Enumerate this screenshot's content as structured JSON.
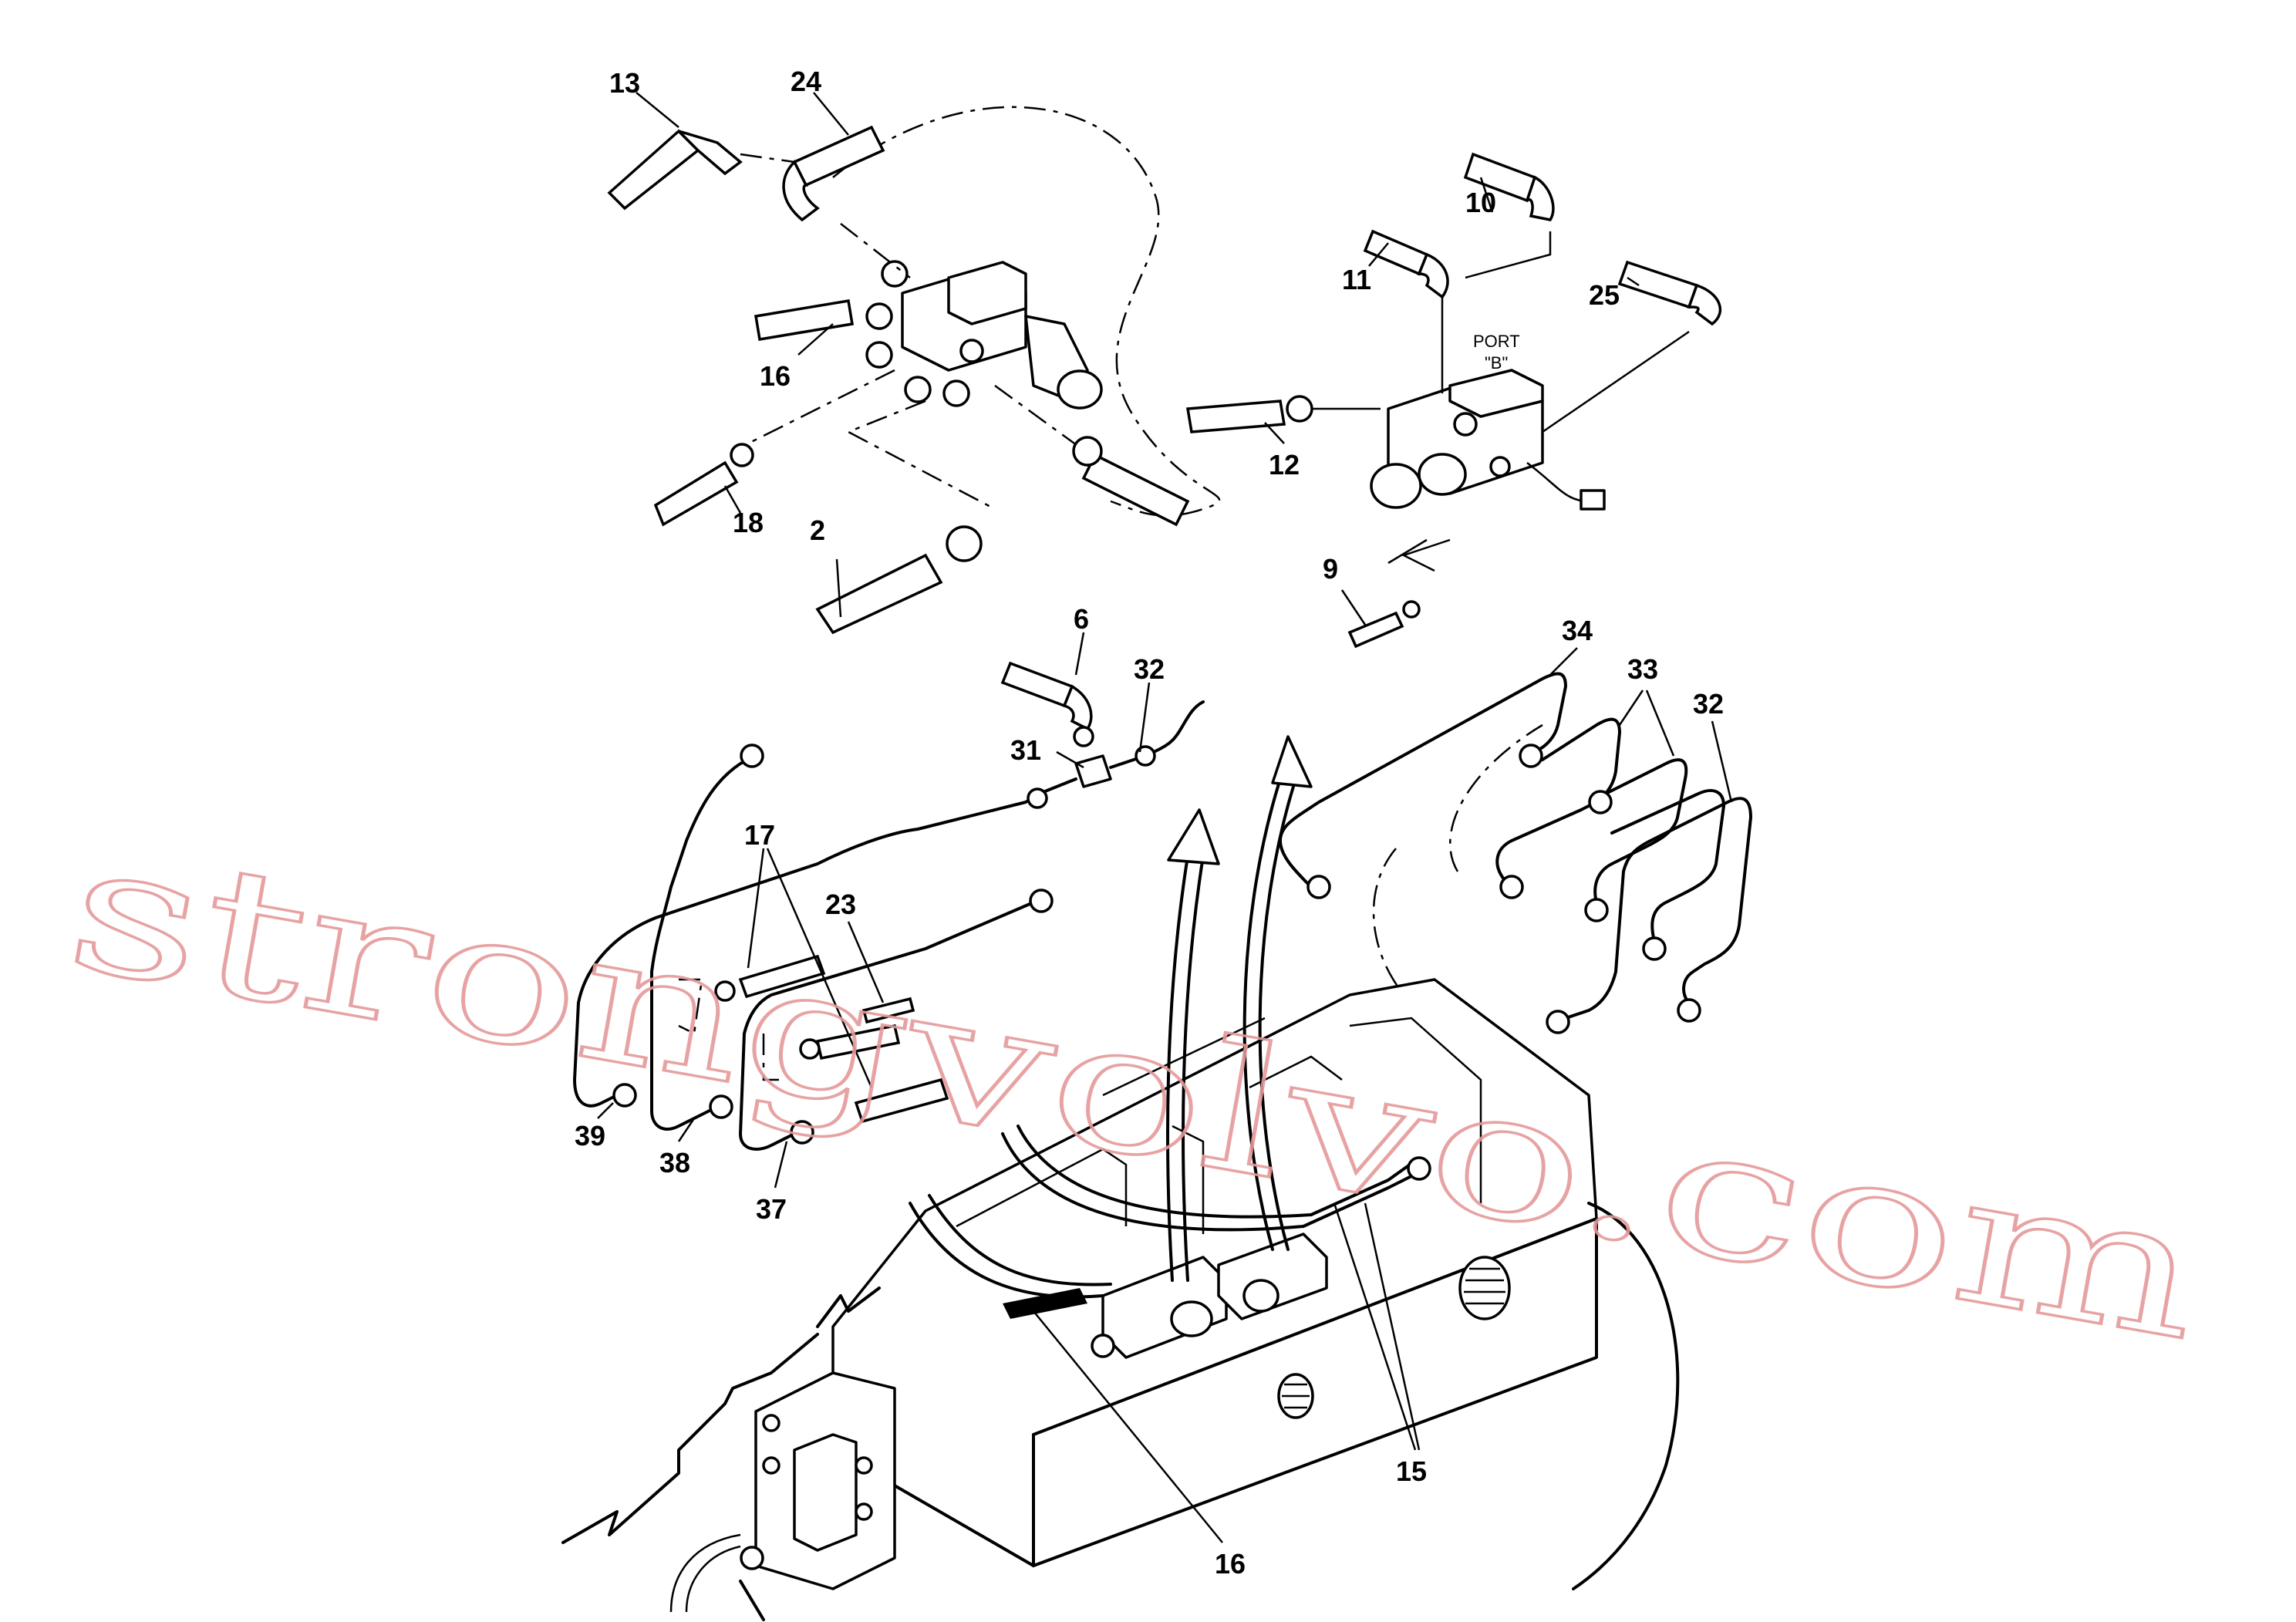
{
  "callouts": {
    "c13": "13",
    "c24": "24",
    "c10": "10",
    "c11": "11",
    "c25": "25",
    "c16a": "16",
    "c12": "12",
    "c18": "18",
    "c2": "2",
    "c9": "9",
    "c6": "6",
    "c32a": "32",
    "c34": "34",
    "c33": "33",
    "c32b": "32",
    "c31": "31",
    "c17": "17",
    "c23": "23",
    "c39": "39",
    "c38": "38",
    "c37": "37",
    "c15": "15",
    "c16b": "16"
  },
  "port_label": {
    "line1": "PORT",
    "line2": "\"B\""
  },
  "watermark": "strongvolvo.com",
  "colors": {
    "watermark": "#e59a9a",
    "line": "#000000",
    "background": "#ffffff"
  }
}
